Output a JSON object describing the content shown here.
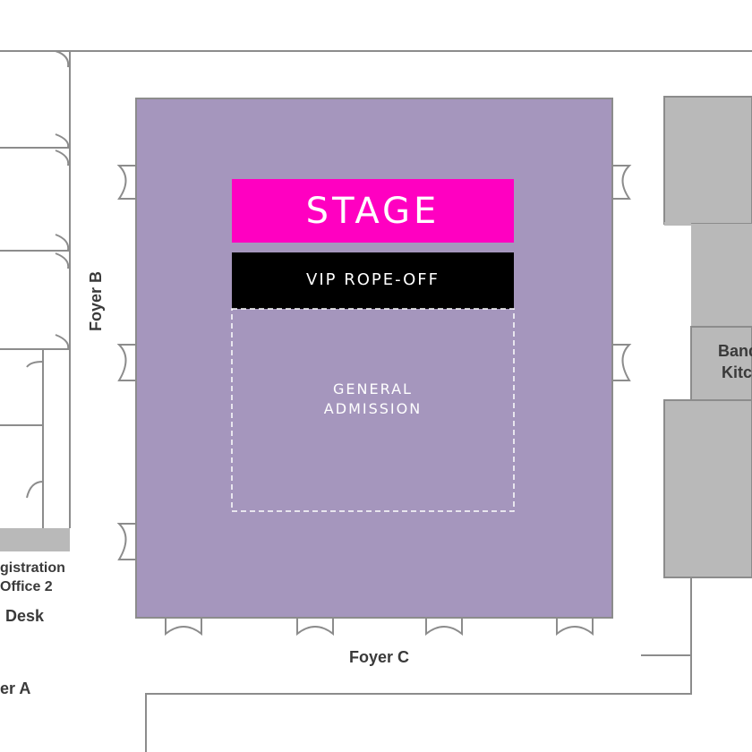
{
  "colors": {
    "hall": "#a596bd",
    "stage": "#ff00c1",
    "vip": "#000000",
    "adjacent_rooms": "#b9b9b9",
    "walls": "#8c8c8c",
    "label_text": "#3a3a3a",
    "hall_text": "#ffffff"
  },
  "hall": {
    "stage_label": "STAGE",
    "vip_label": "VIP ROPE-OFF",
    "ga_label_line1": "GENERAL",
    "ga_label_line2": "ADMISSION"
  },
  "labels": {
    "foyer_b": "Foyer B",
    "foyer_c": "Foyer C",
    "foyer_a_partial": "er A",
    "registration_line1": "gistration",
    "registration_line2": "Office 2",
    "desk_partial": "Desk",
    "banquet_line1": "Band",
    "banquet_line2": "Kitc"
  }
}
